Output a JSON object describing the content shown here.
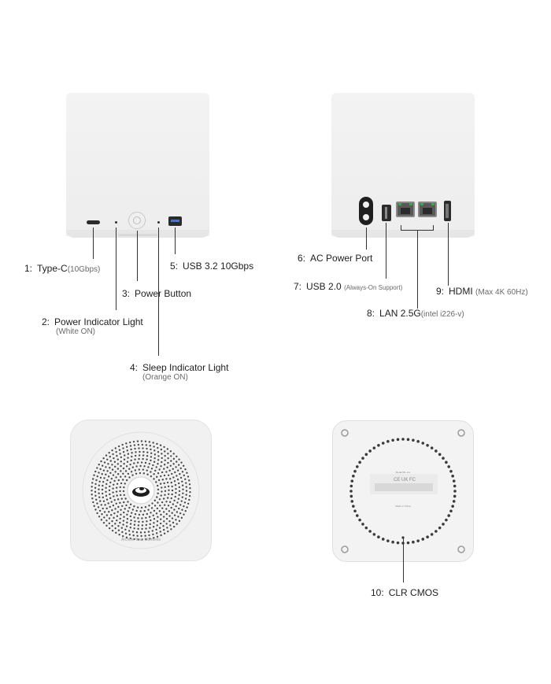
{
  "labels": {
    "type_c": {
      "num": "1:",
      "text": "Type-C",
      "sub": "(10Gbps)"
    },
    "power_light": {
      "num": "2:",
      "text": "Power Indicator Light",
      "sub": "(White ON)"
    },
    "power_button": {
      "num": "3:",
      "text": "Power Button"
    },
    "sleep_light": {
      "num": "4:",
      "text": "Sleep Indicator Light",
      "sub": "(Orange ON)"
    },
    "usb32": {
      "num": "5:",
      "text": "USB 3.2 10Gbps"
    },
    "ac_power": {
      "num": "6:",
      "text": "AC Power Port"
    },
    "usb20": {
      "num": "7:",
      "text": "USB 2.0",
      "sub": "(Always-On Support)"
    },
    "lan": {
      "num": "8:",
      "text": "LAN 2.5G",
      "sub": "(intel i226-v)"
    },
    "hdmi": {
      "num": "9:",
      "text": "HDMI",
      "sub": "(Max 4K 60Hz)"
    },
    "clr_cmos": {
      "num": "10:",
      "text": "CLR CMOS"
    }
  },
  "bottom_left_ring_text": "Archive Your Moments",
  "bottom_right_label": {
    "model": "Model:ML-xxx",
    "made_in": "Made in China",
    "certs": "CE UK FC"
  },
  "colors": {
    "device": "#f1f1f1",
    "accent": "#333333",
    "subtext": "#6a6a6a"
  }
}
